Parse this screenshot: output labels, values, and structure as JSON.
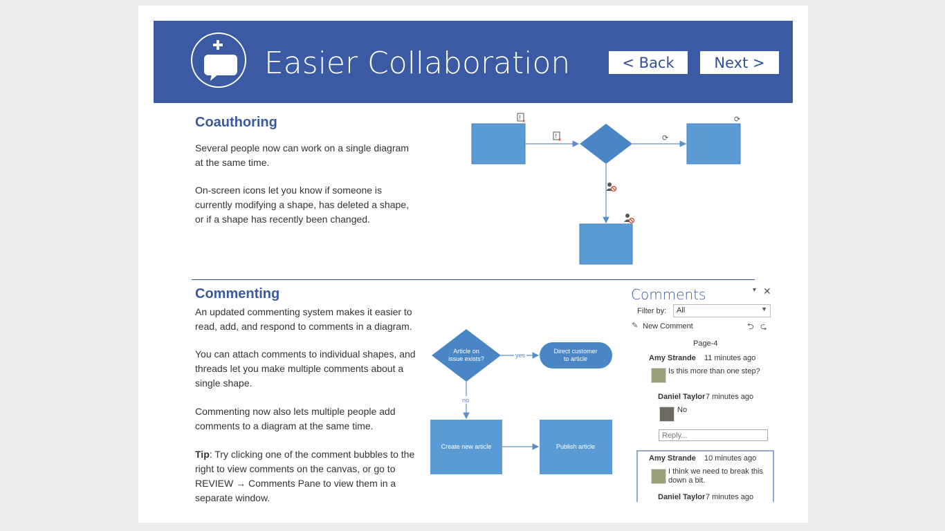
{
  "header": {
    "title": "Easier Collaboration",
    "back_label": "< Back",
    "next_label": "Next >"
  },
  "coauthoring": {
    "title": "Coauthoring",
    "para1": "Several people now can work on a single diagram at the same time.",
    "para2": "On-screen icons let you know if someone is currently modifying a shape, has deleted a shape, or if a shape has recently been changed."
  },
  "commenting": {
    "title": "Commenting",
    "para1": "An updated commenting system makes it easier to read, add, and respond to comments in a diagram.",
    "para2": "You can attach comments to individual shapes, and threads let you make multiple comments about a single shape.",
    "para3": "Commenting now also lets multiple people add comments to a diagram at the same time.",
    "tip_label": "Tip",
    "tip_text": ": Try clicking one of the comment bubbles to the right to view comments on the canvas, or go to REVIEW → Comments Pane to view them in a separate window."
  },
  "flowchart": {
    "decision": [
      "Article on",
      "issue exists?"
    ],
    "yes_label": "yes",
    "no_label": "no",
    "direct": [
      "Direct customer",
      "to article"
    ],
    "create": "Create new article",
    "publish": "Publish article"
  },
  "comments_pane": {
    "title": "Comments",
    "filter_label": "Filter by:",
    "filter_value": "All",
    "new_comment": "New Comment",
    "page": "Page-4",
    "reply_placeholder": "Reply...",
    "comments": [
      {
        "author": "Amy Strande",
        "time": "11 minutes ago",
        "text": "Is this more than one step?"
      },
      {
        "author": "Daniel Taylor",
        "time": "7 minutes ago",
        "text": "No"
      },
      {
        "author": "Amy Strande",
        "time": "10 minutes ago",
        "text": "I think we need to break this down a bit."
      },
      {
        "author": "Daniel Taylor",
        "time": "7 minutes ago",
        "text": ""
      }
    ]
  },
  "colors": {
    "header": "#3a5ba4",
    "shape": "#5b9bd5",
    "shape_dark": "#4a86c5",
    "connector": "#5b8ec7"
  }
}
